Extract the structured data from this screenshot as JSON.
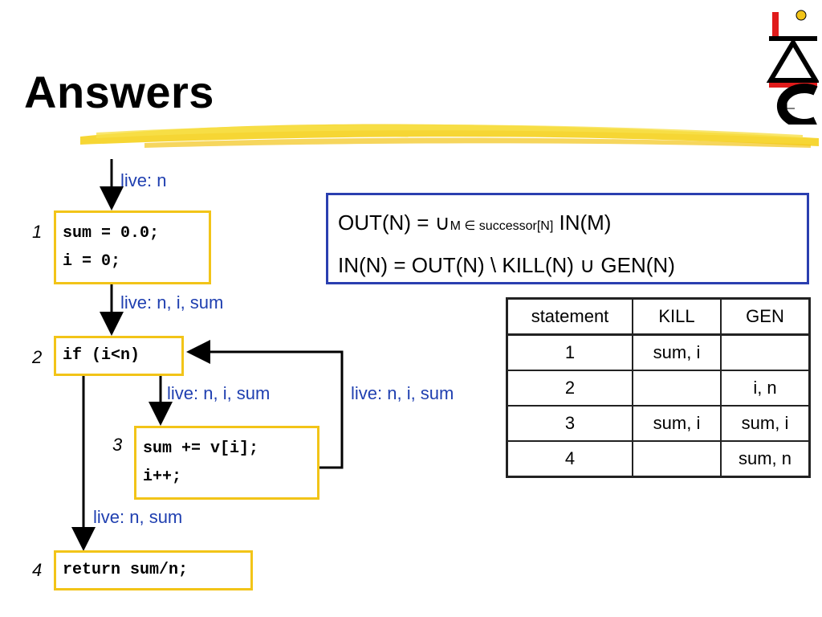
{
  "slide": {
    "title": "Answers"
  },
  "nodes": [
    {
      "number": "1",
      "lines": [
        "sum = 0.0;",
        "i = 0;"
      ]
    },
    {
      "number": "2",
      "lines": [
        "if (i<n)"
      ]
    },
    {
      "number": "3",
      "lines": [
        "sum += v[i];",
        "i++;"
      ]
    },
    {
      "number": "4",
      "lines": [
        "return sum/n;"
      ]
    }
  ],
  "liveness": {
    "entry": "live: n",
    "after_1": "live: n, i, sum",
    "to_3": "live: n, i, sum",
    "back_edge": "live: n, i, sum",
    "to_4": "live: n, sum"
  },
  "formulas": {
    "out_lhs": "OUT(N) = ",
    "union_symbol": "∪",
    "out_sub": "M ∈ successor[N]",
    "out_rhs": " IN(M)",
    "in_full": "IN(N) = OUT(N) \\ KILL(N)  ∪  GEN(N)"
  },
  "kill_gen_table": {
    "headers": [
      "statement",
      "KILL",
      "GEN"
    ],
    "rows": [
      [
        "1",
        "sum, i",
        ""
      ],
      [
        "2",
        "",
        "i, n"
      ],
      [
        "3",
        "sum, i",
        "sum, i"
      ],
      [
        "4",
        "",
        "sum, n"
      ]
    ]
  },
  "colors": {
    "live_text": "#1f3fb0",
    "node_border": "#f2c418",
    "formula_border": "#2a3fb0"
  }
}
